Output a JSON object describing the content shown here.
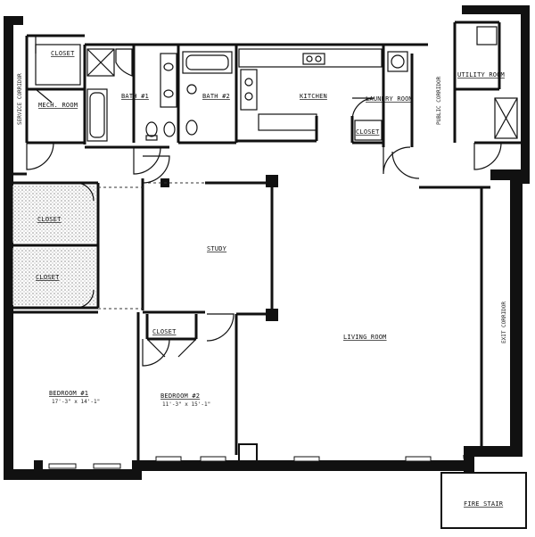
{
  "rooms": {
    "living_room": "LIVING ROOM",
    "kitchen": "KITCHEN",
    "study": "STUDY",
    "bedroom_1": "BEDROOM #1",
    "bedroom_1_dims": "17'-3\" x 14'-1\"",
    "bedroom_2": "BEDROOM #2",
    "bedroom_2_dims": "11'-3\" x 15'-1\"",
    "bath_1": "BATH #1",
    "bath_2": "BATH #2",
    "mech_room": "MECH. ROOM",
    "laundry_room": "LAUNDRY ROOM",
    "utility_room": "UTILITY ROOM",
    "closet_upper": "CLOSET",
    "closet_lower": "CLOSET",
    "closet_small": "CLOSET",
    "closet_bed2": "CLOSET",
    "closet_left_top": "CLOSET",
    "fire_stair": "FIRE STAIR",
    "service_corridor": "SERVICE CORRIDOR",
    "public_corridor": "PUBLIC CORRIDOR",
    "exit_corridor": "EXIT CORRIDOR"
  },
  "colors": {
    "wall": "#111111",
    "paper": "#ffffff",
    "line": "#222222"
  }
}
